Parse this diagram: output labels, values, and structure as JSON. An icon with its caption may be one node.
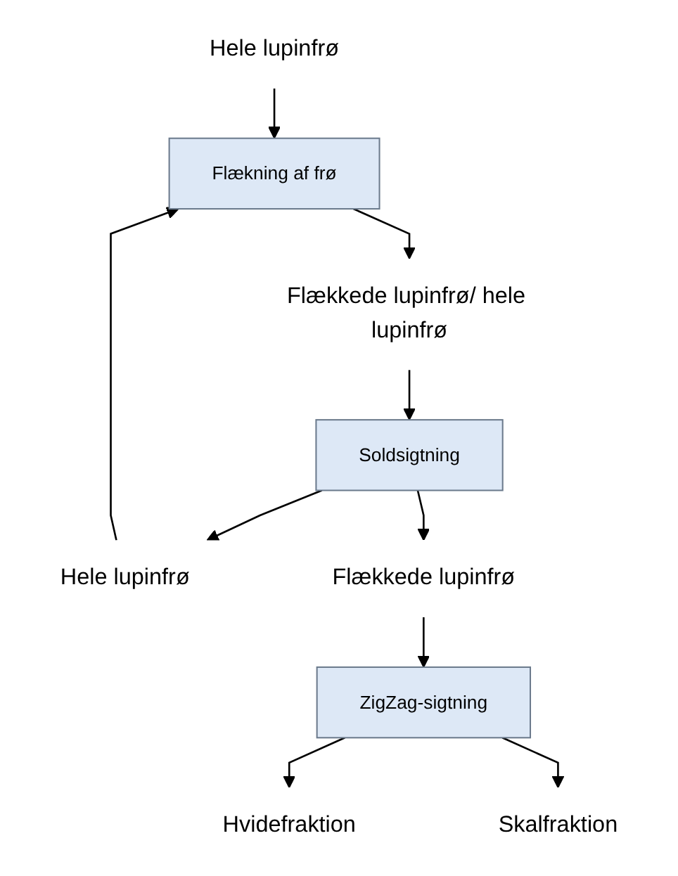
{
  "diagram": {
    "nodes": [
      {
        "text": [
          "Hele lupinfrø"
        ]
      },
      {
        "text": [
          "Flækning af frø"
        ]
      },
      {
        "text": [
          "Flækkede lupinfrø/ hele lupinfrø"
        ]
      },
      {
        "text": [
          "Soldsigtning"
        ]
      },
      {
        "text": [
          "Hele lupinfrø"
        ]
      },
      {
        "text": [
          "Flækkede lupinfrø"
        ]
      },
      {
        "text": [
          "ZigZag-sigtning"
        ]
      },
      {
        "text": [
          "Hvidefraktion"
        ]
      },
      {
        "text": [
          "Skalfraktion"
        ]
      }
    ],
    "edges": [
      {
        "from": 0,
        "to": 1,
        "arrow": "to"
      },
      {
        "from": 1,
        "to": 2,
        "arrow": "to"
      },
      {
        "from": 2,
        "to": 3,
        "arrow": "to"
      },
      {
        "from": 3,
        "to": 4,
        "arrow": "to"
      },
      {
        "from": 4,
        "to": 1,
        "arrow": "to"
      },
      {
        "from": 3,
        "to": 5,
        "arrow": "to"
      },
      {
        "from": 5,
        "to": 6,
        "arrow": "to"
      },
      {
        "from": 6,
        "to": 7,
        "arrow": "to"
      },
      {
        "from": 6,
        "to": 8,
        "arrow": "to"
      }
    ]
  }
}
